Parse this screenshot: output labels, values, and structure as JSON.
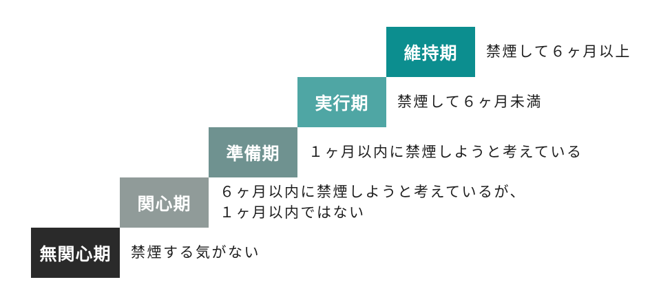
{
  "diagram": {
    "type": "staircase-stage-diagram",
    "topic": "smoking-cessation-stages"
  },
  "colors": {
    "background": "#ffffff",
    "label_text": "#ffffff",
    "description_text": "#1d1d1d",
    "stage_maintenance": "#0c8e8f",
    "stage_action": "#4fa6a4",
    "stage_preparation": "#6f9290",
    "stage_contemplation": "#909b99",
    "stage_precontemplation": "#2a2a2a"
  },
  "steps": [
    {
      "label": "維持期",
      "description": "禁煙して６ヶ月以上",
      "box_color": "#0c8e8f"
    },
    {
      "label": "実行期",
      "description": "禁煙して６ヶ月未満",
      "box_color": "#4fa6a4"
    },
    {
      "label": "準備期",
      "description": "１ヶ月以内に禁煙しようと考えている",
      "box_color": "#6f9290"
    },
    {
      "label": "関心期",
      "description": "６ヶ月以内に禁煙しようと考えているが、\n１ヶ月以内ではない",
      "box_color": "#909b99"
    },
    {
      "label": "無関心期",
      "description": "禁煙する気がない",
      "box_color": "#2a2a2a"
    }
  ]
}
